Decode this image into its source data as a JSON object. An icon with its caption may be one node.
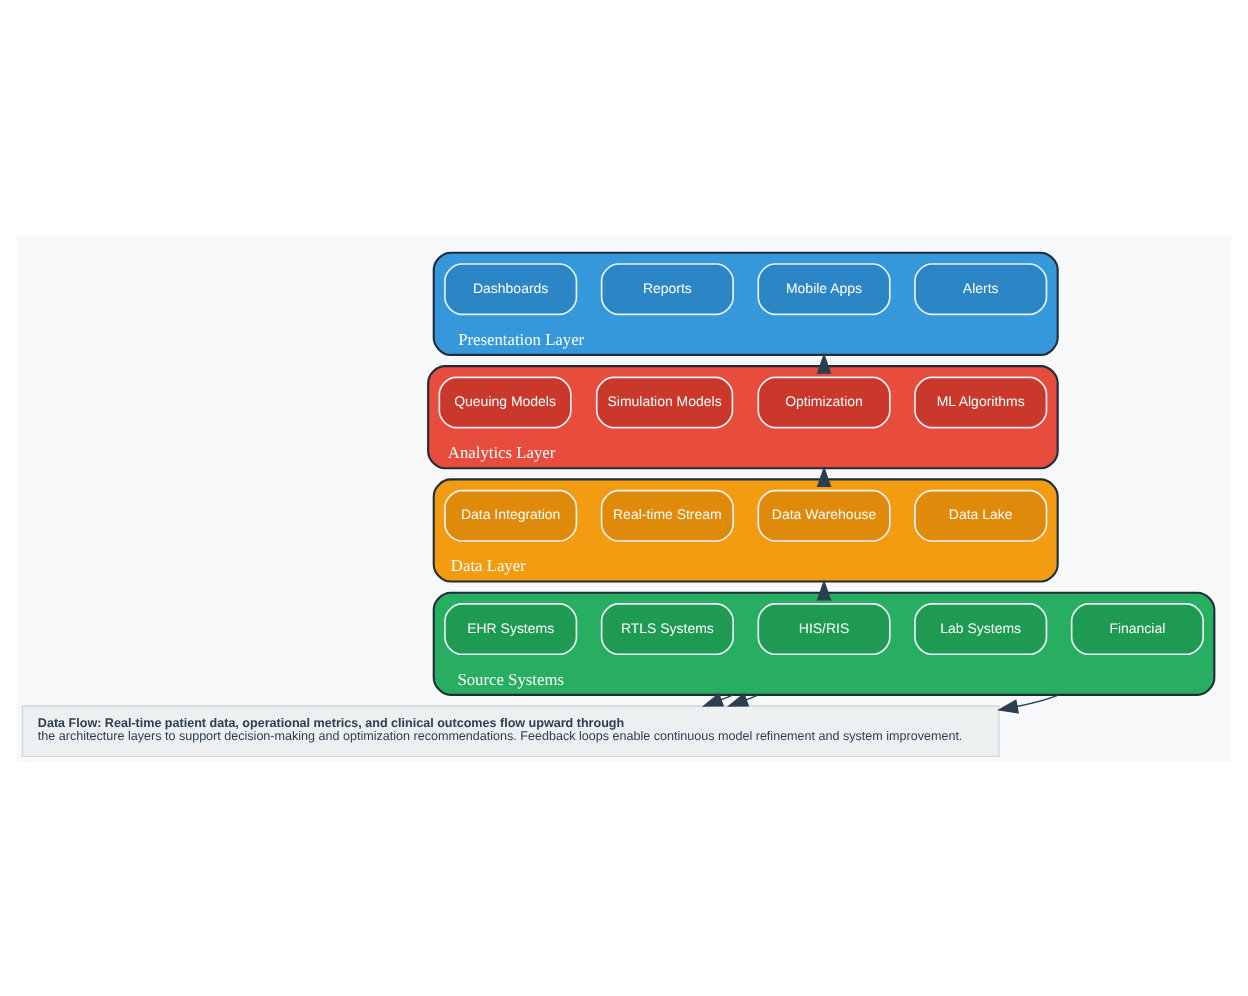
{
  "diagram": {
    "nodes": [
      {
        "text": [
          "Presentation Layer"
        ]
      },
      {
        "text": [
          "Dashboards"
        ],
        "in": 0
      },
      {
        "text": [
          "Reports"
        ],
        "in": 0
      },
      {
        "text": [
          "Mobile Apps"
        ],
        "in": 0
      },
      {
        "text": [
          "Alerts"
        ],
        "in": 0
      },
      {
        "text": [
          "Analytics Layer"
        ]
      },
      {
        "text": [
          "Queuing Models"
        ],
        "in": 5
      },
      {
        "text": [
          "Simulation Models"
        ],
        "in": 5
      },
      {
        "text": [
          "Optimization"
        ],
        "in": 5
      },
      {
        "text": [
          "ML Algorithms"
        ],
        "in": 5
      },
      {
        "text": [
          "Data Layer"
        ]
      },
      {
        "text": [
          "Data Integration"
        ],
        "in": 10
      },
      {
        "text": [
          "Real-time Stream"
        ],
        "in": 10
      },
      {
        "text": [
          "Data Warehouse"
        ],
        "in": 10
      },
      {
        "text": [
          "Data Lake"
        ],
        "in": 10
      },
      {
        "text": [
          "Source Systems"
        ]
      },
      {
        "text": [
          "EHR Systems"
        ],
        "in": 15
      },
      {
        "text": [
          "RTLS Systems"
        ],
        "in": 15
      },
      {
        "text": [
          "HIS/RIS"
        ],
        "in": 15
      },
      {
        "text": [
          "Lab Systems"
        ],
        "in": 15
      },
      {
        "text": [
          "Financial"
        ],
        "in": 15
      },
      {
        "text": [
          "Data Flow: Real-time patient data, operational metrics, and clinical outcomes flow upward through",
          "the architecture layers to support decision-making and optimization recommendations. Feedback loops enable continuous model refinement and system improvement."
        ]
      }
    ],
    "edges": [
      {
        "from": 5,
        "to": 0,
        "arrow": "to"
      },
      {
        "from": 10,
        "to": 5,
        "arrow": "to"
      },
      {
        "from": 15,
        "to": 10,
        "arrow": "to"
      },
      {
        "from": 15,
        "to": 21,
        "arrow": "to"
      },
      {
        "from": 15,
        "to": 21,
        "arrow": "to"
      },
      {
        "from": 15,
        "to": 21,
        "arrow": "to"
      }
    ]
  }
}
